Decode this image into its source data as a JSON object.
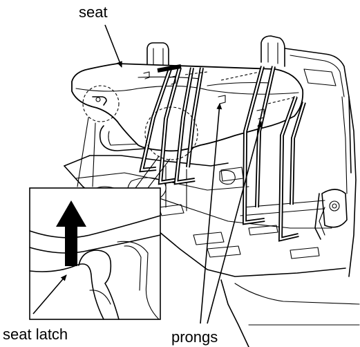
{
  "labels": {
    "seat": "seat",
    "seat_latch": "seat latch",
    "prongs": "prongs"
  }
}
